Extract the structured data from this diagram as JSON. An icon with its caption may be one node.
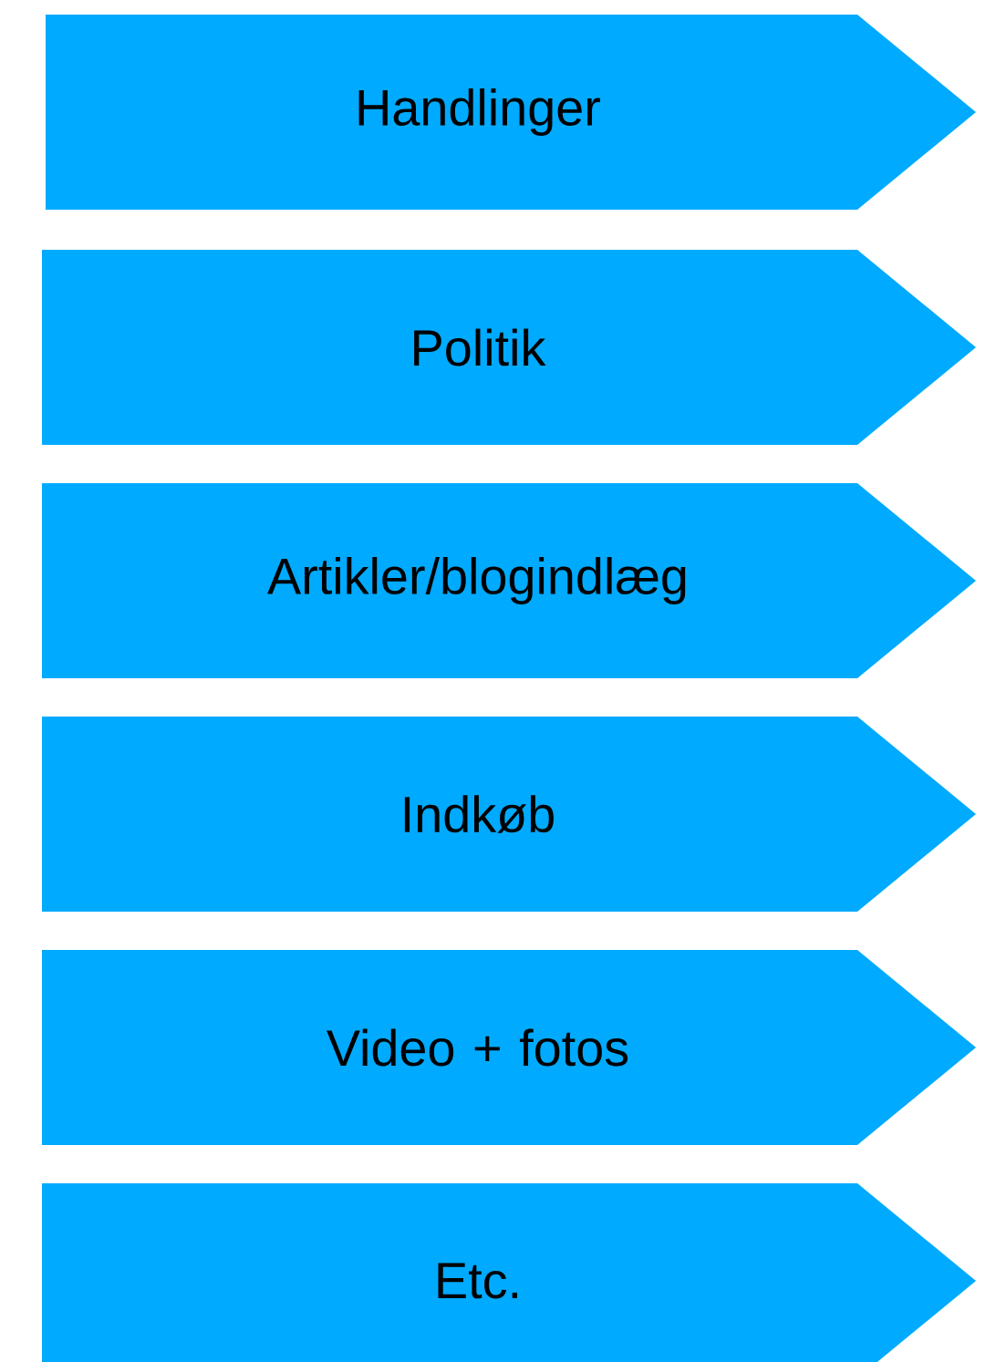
{
  "diagram": {
    "nodes": [
      {
        "text": [
          "Handlinger"
        ]
      },
      {
        "text": [
          "Politik"
        ]
      },
      {
        "text": [
          "Artikler/blogindlæg"
        ]
      },
      {
        "text": [
          "Indkøb"
        ]
      },
      {
        "text": [
          "Video + fotos"
        ]
      },
      {
        "text": [
          "Etc."
        ]
      }
    ]
  }
}
